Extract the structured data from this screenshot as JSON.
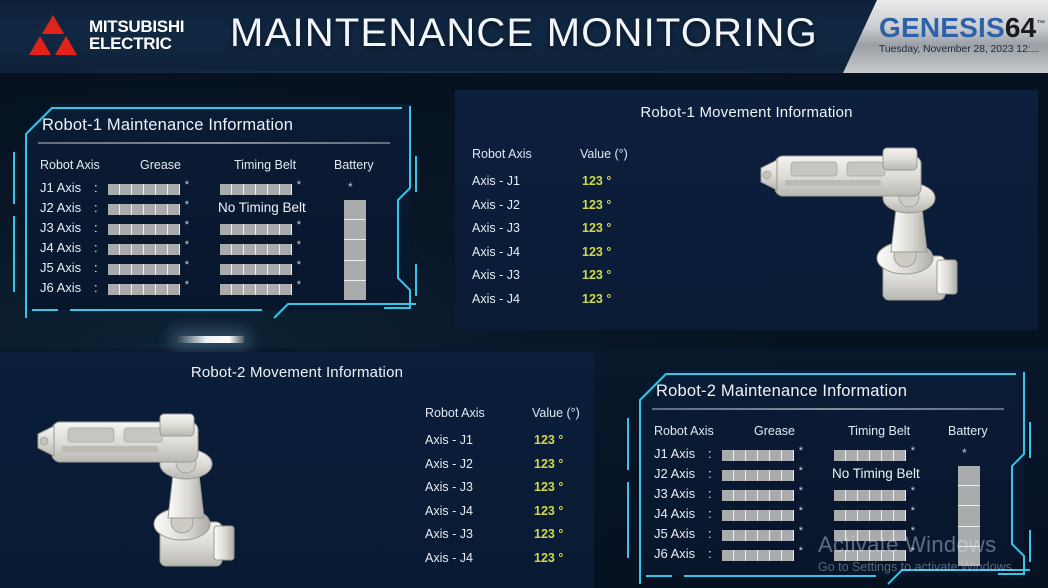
{
  "header": {
    "brand_line1": "MITSUBISHI",
    "brand_line2": "ELECTRIC",
    "brand_mark_icon": "mitsubishi-three-diamonds-icon",
    "title": "MAINTENANCE MONITORING",
    "product_logo_main": "GENESIS",
    "product_logo_num": "64",
    "product_logo_tm": "™",
    "datetime": "Tuesday, November 28, 2023 12:..."
  },
  "colors": {
    "accent_cyan": "#37c6e8",
    "value_yellow": "#cfd94a",
    "panel_navy": "#0a1c36",
    "background": "#081326",
    "bar_gray": "#a9abad",
    "brand_red": "#e2231a",
    "genesis_blue": "#2e62a8"
  },
  "maintenance_columns": [
    "Robot Axis",
    "Grease",
    "Timing Belt",
    "Battery"
  ],
  "movement_columns": [
    "Robot Axis",
    "Value (°)"
  ],
  "robot1_maintenance": {
    "title": "Robot-1 Maintenance Information",
    "rows": [
      {
        "axis": "J1 Axis",
        "colon": ":",
        "grease_segments": 6,
        "grease_asterisk": "*",
        "belt_segments": 6,
        "belt_asterisk": "*",
        "belt_text": ""
      },
      {
        "axis": "J2 Axis",
        "colon": ":",
        "grease_segments": 6,
        "grease_asterisk": "*",
        "belt_segments": 0,
        "belt_asterisk": "",
        "belt_text": "No Timing Belt"
      },
      {
        "axis": "J3 Axis",
        "colon": ":",
        "grease_segments": 6,
        "grease_asterisk": "*",
        "belt_segments": 6,
        "belt_asterisk": "*",
        "belt_text": ""
      },
      {
        "axis": "J4 Axis",
        "colon": ":",
        "grease_segments": 6,
        "grease_asterisk": "*",
        "belt_segments": 6,
        "belt_asterisk": "*",
        "belt_text": ""
      },
      {
        "axis": "J5 Axis",
        "colon": ":",
        "grease_segments": 6,
        "grease_asterisk": "*",
        "belt_segments": 6,
        "belt_asterisk": "*",
        "belt_text": ""
      },
      {
        "axis": "J6 Axis",
        "colon": ":",
        "grease_segments": 6,
        "grease_asterisk": "*",
        "belt_segments": 6,
        "belt_asterisk": "*",
        "belt_text": ""
      }
    ],
    "battery": {
      "segments": 5,
      "asterisk": "*"
    }
  },
  "robot2_maintenance": {
    "title": "Robot-2 Maintenance Information",
    "rows": [
      {
        "axis": "J1 Axis",
        "colon": ":",
        "grease_segments": 6,
        "grease_asterisk": "*",
        "belt_segments": 6,
        "belt_asterisk": "*",
        "belt_text": ""
      },
      {
        "axis": "J2 Axis",
        "colon": ":",
        "grease_segments": 6,
        "grease_asterisk": "*",
        "belt_segments": 0,
        "belt_asterisk": "",
        "belt_text": "No Timing Belt"
      },
      {
        "axis": "J3 Axis",
        "colon": ":",
        "grease_segments": 6,
        "grease_asterisk": "*",
        "belt_segments": 6,
        "belt_asterisk": "*",
        "belt_text": ""
      },
      {
        "axis": "J4 Axis",
        "colon": ":",
        "grease_segments": 6,
        "grease_asterisk": "*",
        "belt_segments": 6,
        "belt_asterisk": "*",
        "belt_text": ""
      },
      {
        "axis": "J5 Axis",
        "colon": ":",
        "grease_segments": 6,
        "grease_asterisk": "*",
        "belt_segments": 6,
        "belt_asterisk": "*",
        "belt_text": ""
      },
      {
        "axis": "J6 Axis",
        "colon": ":",
        "grease_segments": 6,
        "grease_asterisk": "*",
        "belt_segments": 6,
        "belt_asterisk": "*",
        "belt_text": ""
      }
    ],
    "battery": {
      "segments": 5,
      "asterisk": "*"
    }
  },
  "robot1_movement": {
    "title": "Robot-1 Movement Information",
    "head_axis": "Robot Axis",
    "head_value": "Value (°)",
    "rows": [
      {
        "axis": "Axis - J1",
        "value": "123 °"
      },
      {
        "axis": "Axis - J2",
        "value": "123 °"
      },
      {
        "axis": "Axis - J3",
        "value": "123 °"
      },
      {
        "axis": "Axis - J4",
        "value": "123 °"
      },
      {
        "axis": "Axis - J3",
        "value": "123 °"
      },
      {
        "axis": "Axis - J4",
        "value": "123 °"
      }
    ],
    "robot_image_icon": "robot-arm-icon"
  },
  "robot2_movement": {
    "title": "Robot-2 Movement Information",
    "head_axis": "Robot Axis",
    "head_value": "Value (°)",
    "rows": [
      {
        "axis": "Axis - J1",
        "value": "123 °"
      },
      {
        "axis": "Axis - J2",
        "value": "123 °"
      },
      {
        "axis": "Axis - J3",
        "value": "123 °"
      },
      {
        "axis": "Axis - J4",
        "value": "123 °"
      },
      {
        "axis": "Axis - J3",
        "value": "123 °"
      },
      {
        "axis": "Axis - J4",
        "value": "123 °"
      }
    ],
    "robot_image_icon": "robot-arm-icon"
  },
  "watermark": {
    "line1": "Activate Windows",
    "line2": "Go to Settings to activate Windows."
  }
}
